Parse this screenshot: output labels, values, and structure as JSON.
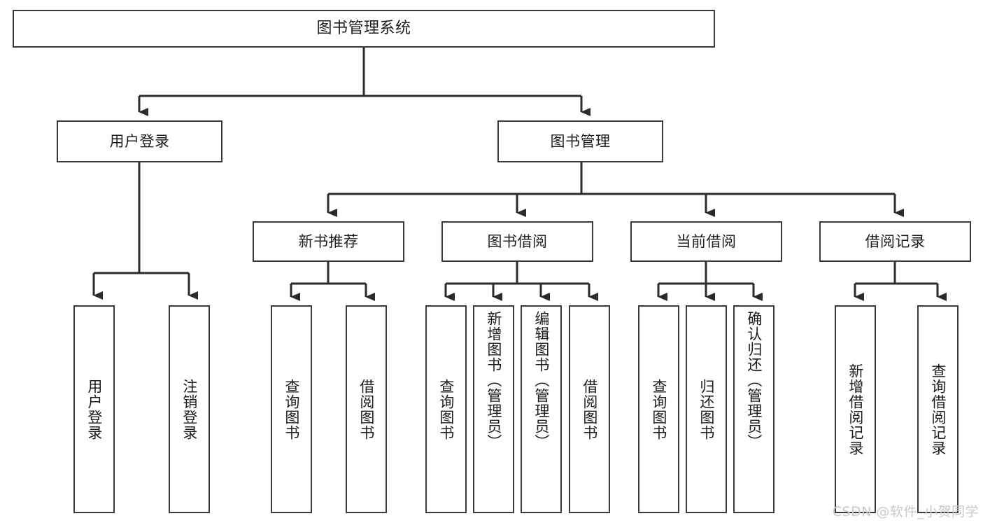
{
  "diagram": {
    "type": "tree",
    "title": "图书管理系统",
    "watermark": "CSDN @软件_小贺同学",
    "colors": {
      "box_border": "#3a3a3a",
      "box_fill": "#ffffff",
      "connector": "#2b2b2b",
      "text": "#1c1c1c",
      "watermark": "#c9c9c9"
    },
    "nodes": {
      "root": {
        "label": "图书管理系统",
        "level": 1,
        "orientation": "horizontal"
      },
      "l2": [
        {
          "id": "user-login",
          "label": "用户登录",
          "level": 2,
          "orientation": "horizontal"
        },
        {
          "id": "book-manage",
          "label": "图书管理",
          "level": 2,
          "orientation": "horizontal"
        }
      ],
      "l3": [
        {
          "id": "new-book-rec",
          "label": "新书推荐",
          "level": 3,
          "orientation": "horizontal",
          "parent": "book-manage"
        },
        {
          "id": "book-borrow",
          "label": "图书借阅",
          "level": 3,
          "orientation": "horizontal",
          "parent": "book-manage"
        },
        {
          "id": "current-borrow",
          "label": "当前借阅",
          "level": 3,
          "orientation": "horizontal",
          "parent": "book-manage"
        },
        {
          "id": "borrow-record",
          "label": "借阅记录",
          "level": 3,
          "orientation": "horizontal",
          "parent": "book-manage"
        }
      ],
      "leaves": [
        {
          "id": "leaf-user-login",
          "label": "用户登录",
          "parent": "user-login",
          "orientation": "vertical"
        },
        {
          "id": "leaf-user-logout",
          "label": "注销登录",
          "parent": "user-login",
          "orientation": "vertical"
        },
        {
          "id": "leaf-query-book-1",
          "label": "查询图书",
          "parent": "new-book-rec",
          "orientation": "vertical"
        },
        {
          "id": "leaf-borrow-book-1",
          "label": "借阅图书",
          "parent": "new-book-rec",
          "orientation": "vertical"
        },
        {
          "id": "leaf-query-book-2",
          "label": "查询图书",
          "parent": "book-borrow",
          "orientation": "vertical"
        },
        {
          "id": "leaf-add-book",
          "label": "新增图书（管理员）",
          "parent": "book-borrow",
          "orientation": "vertical"
        },
        {
          "id": "leaf-edit-book",
          "label": "编辑图书（管理员）",
          "parent": "book-borrow",
          "orientation": "vertical"
        },
        {
          "id": "leaf-borrow-book-2",
          "label": "借阅图书",
          "parent": "book-borrow",
          "orientation": "vertical"
        },
        {
          "id": "leaf-query-book-3",
          "label": "查询图书",
          "parent": "current-borrow",
          "orientation": "vertical"
        },
        {
          "id": "leaf-return-book",
          "label": "归还图书",
          "parent": "current-borrow",
          "orientation": "vertical"
        },
        {
          "id": "leaf-confirm-return",
          "label": "确认归还（管理员）",
          "parent": "current-borrow",
          "orientation": "vertical"
        },
        {
          "id": "leaf-add-record",
          "label": "新增借阅记录",
          "parent": "borrow-record",
          "orientation": "vertical"
        },
        {
          "id": "leaf-query-record",
          "label": "查询借阅记录",
          "parent": "borrow-record",
          "orientation": "vertical"
        }
      ]
    },
    "edges": [
      {
        "from": "root",
        "to": "user-login"
      },
      {
        "from": "root",
        "to": "book-manage"
      },
      {
        "from": "user-login",
        "to": "leaf-user-login"
      },
      {
        "from": "user-login",
        "to": "leaf-user-logout"
      },
      {
        "from": "book-manage",
        "to": "new-book-rec"
      },
      {
        "from": "book-manage",
        "to": "book-borrow"
      },
      {
        "from": "book-manage",
        "to": "current-borrow"
      },
      {
        "from": "book-manage",
        "to": "borrow-record"
      },
      {
        "from": "new-book-rec",
        "to": "leaf-query-book-1"
      },
      {
        "from": "new-book-rec",
        "to": "leaf-borrow-book-1"
      },
      {
        "from": "book-borrow",
        "to": "leaf-query-book-2"
      },
      {
        "from": "book-borrow",
        "to": "leaf-add-book"
      },
      {
        "from": "book-borrow",
        "to": "leaf-edit-book"
      },
      {
        "from": "book-borrow",
        "to": "leaf-borrow-book-2"
      },
      {
        "from": "current-borrow",
        "to": "leaf-query-book-3"
      },
      {
        "from": "current-borrow",
        "to": "leaf-return-book"
      },
      {
        "from": "current-borrow",
        "to": "leaf-confirm-return"
      },
      {
        "from": "borrow-record",
        "to": "leaf-add-record"
      },
      {
        "from": "borrow-record",
        "to": "leaf-query-record"
      }
    ]
  }
}
